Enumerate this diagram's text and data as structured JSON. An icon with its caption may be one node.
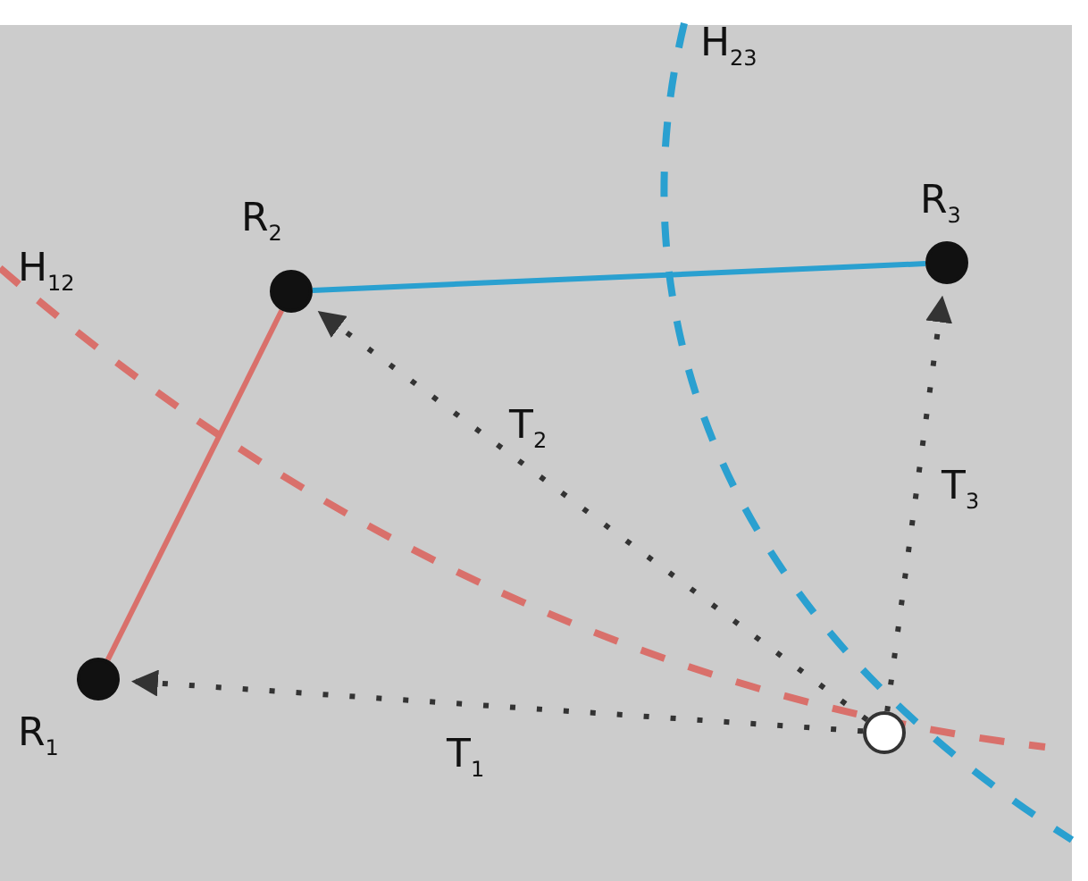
{
  "diagram": {
    "nodes": [
      {
        "text": [],
        "shape": "circle",
        "beside": [
          "R$_{1}$"
        ]
      },
      {
        "text": [],
        "shape": "circle",
        "beside": [
          "R$_{2}$"
        ]
      },
      {
        "text": [],
        "shape": "circle",
        "beside": [
          "R$_{3}$"
        ]
      },
      {
        "text": [],
        "shape": "circle"
      }
    ],
    "edges": [
      {
        "from": 0,
        "to": 1,
        "arrow": "none",
        "color": "#d9706b"
      },
      {
        "from": 1,
        "to": 2,
        "arrow": "none",
        "color": "#2aa0d0"
      },
      {
        "from": 3,
        "to": 0,
        "arrow": "to",
        "style": "dashed",
        "label": "T$_{1}$"
      },
      {
        "from": 3,
        "to": 1,
        "arrow": "to",
        "style": "dashed",
        "label": "T$_{2}$"
      },
      {
        "from": 3,
        "to": 2,
        "arrow": "to",
        "style": "dashed",
        "label": "T$_{3}$"
      }
    ],
    "labels": [
      "H$_{23}$",
      "H$_{12}$"
    ]
  }
}
